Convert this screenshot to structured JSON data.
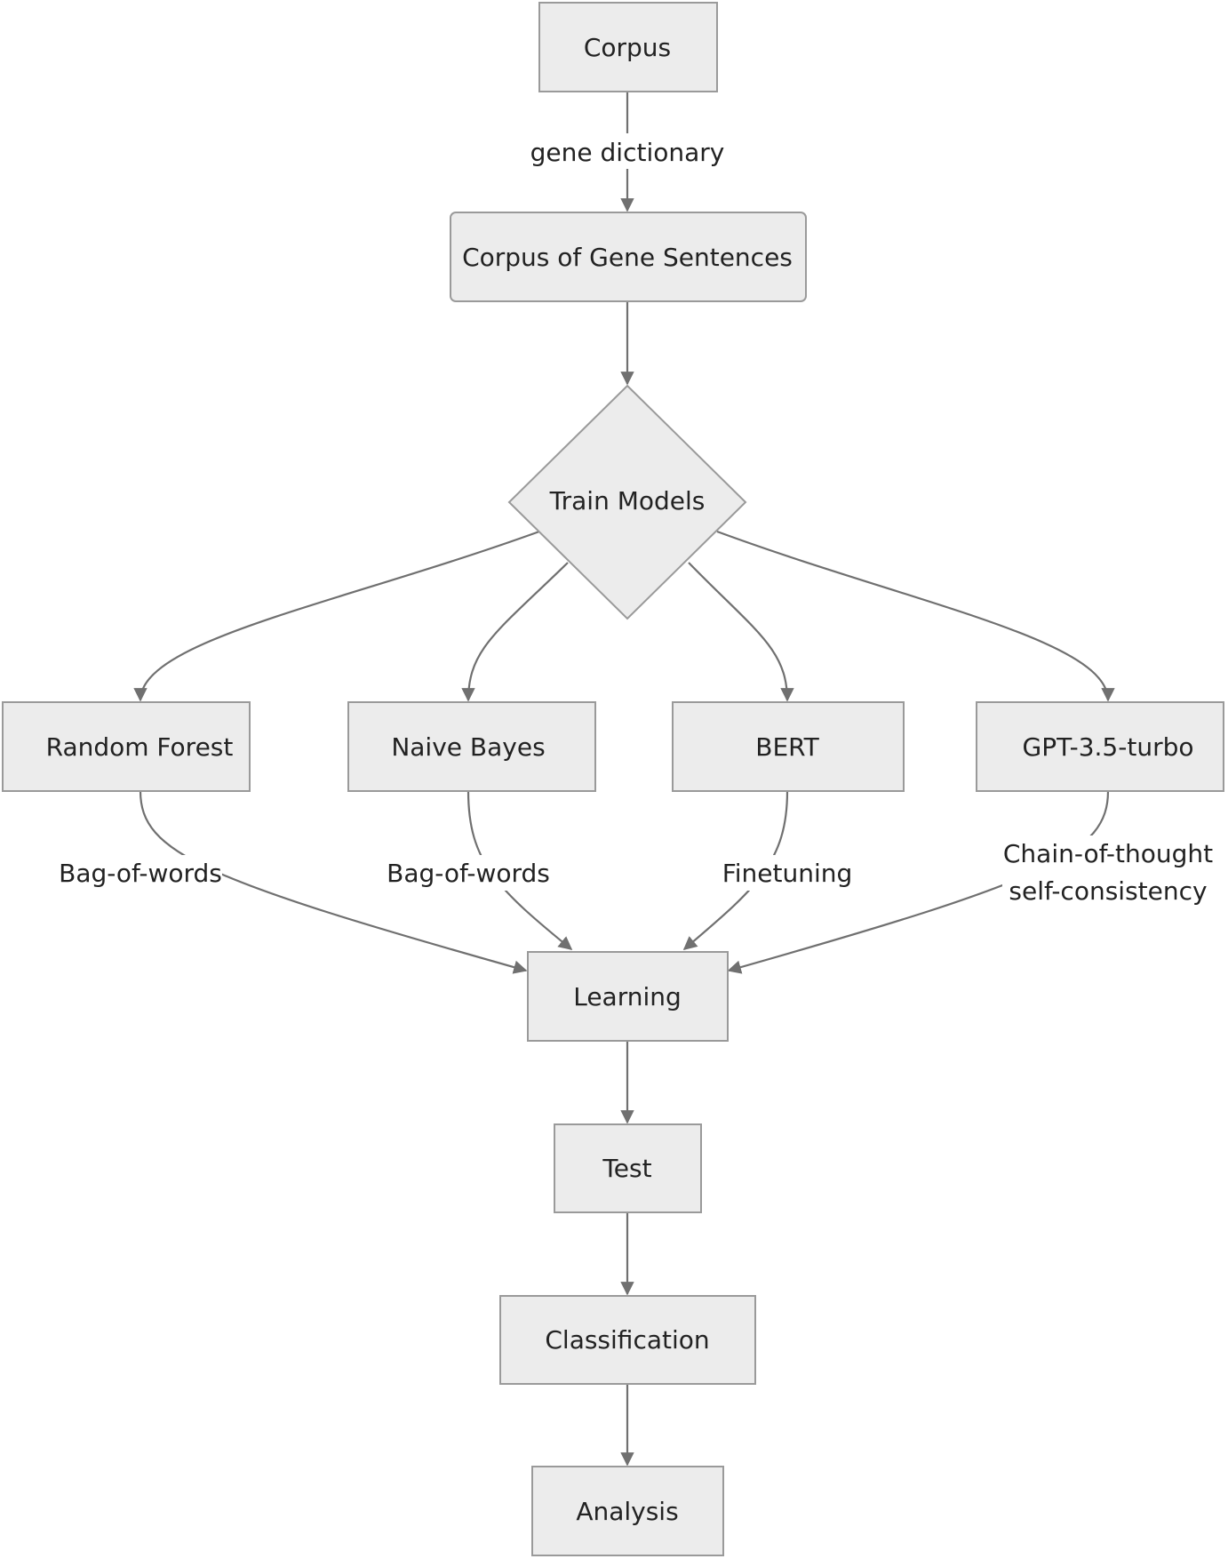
{
  "diagram": {
    "type": "flowchart",
    "nodes": {
      "corpus": "Corpus",
      "gene_sentences": "Corpus of Gene Sentences",
      "train_models": "Train Models",
      "random_forest": "Random Forest",
      "naive_bayes": "Naive Bayes",
      "bert": "BERT",
      "gpt": "GPT-3.5-turbo",
      "learning": "Learning",
      "test": "Test",
      "classification": "Classification",
      "analysis": "Analysis"
    },
    "edge_labels": {
      "corpus_to_gene": "gene dictionary",
      "rf_to_learning": "Bag-of-words",
      "nb_to_learning": "Bag-of-words",
      "bert_to_learning": "Finetuning",
      "gpt_to_learning_line1": "Chain-of-thought",
      "gpt_to_learning_line2": "self-consistency"
    },
    "edges": [
      {
        "from": "corpus",
        "to": "gene_sentences",
        "label": "gene dictionary"
      },
      {
        "from": "gene_sentences",
        "to": "train_models"
      },
      {
        "from": "train_models",
        "to": "random_forest"
      },
      {
        "from": "train_models",
        "to": "naive_bayes"
      },
      {
        "from": "train_models",
        "to": "bert"
      },
      {
        "from": "train_models",
        "to": "gpt"
      },
      {
        "from": "random_forest",
        "to": "learning",
        "label": "Bag-of-words"
      },
      {
        "from": "naive_bayes",
        "to": "learning",
        "label": "Bag-of-words"
      },
      {
        "from": "bert",
        "to": "learning",
        "label": "Finetuning"
      },
      {
        "from": "gpt",
        "to": "learning",
        "label": "Chain-of-thought self-consistency"
      },
      {
        "from": "learning",
        "to": "test"
      },
      {
        "from": "test",
        "to": "classification"
      },
      {
        "from": "classification",
        "to": "analysis"
      }
    ],
    "colors": {
      "node_fill": "#ececec",
      "node_stroke": "#9a9a9a",
      "edge": "#707070",
      "text": "#222222"
    }
  }
}
